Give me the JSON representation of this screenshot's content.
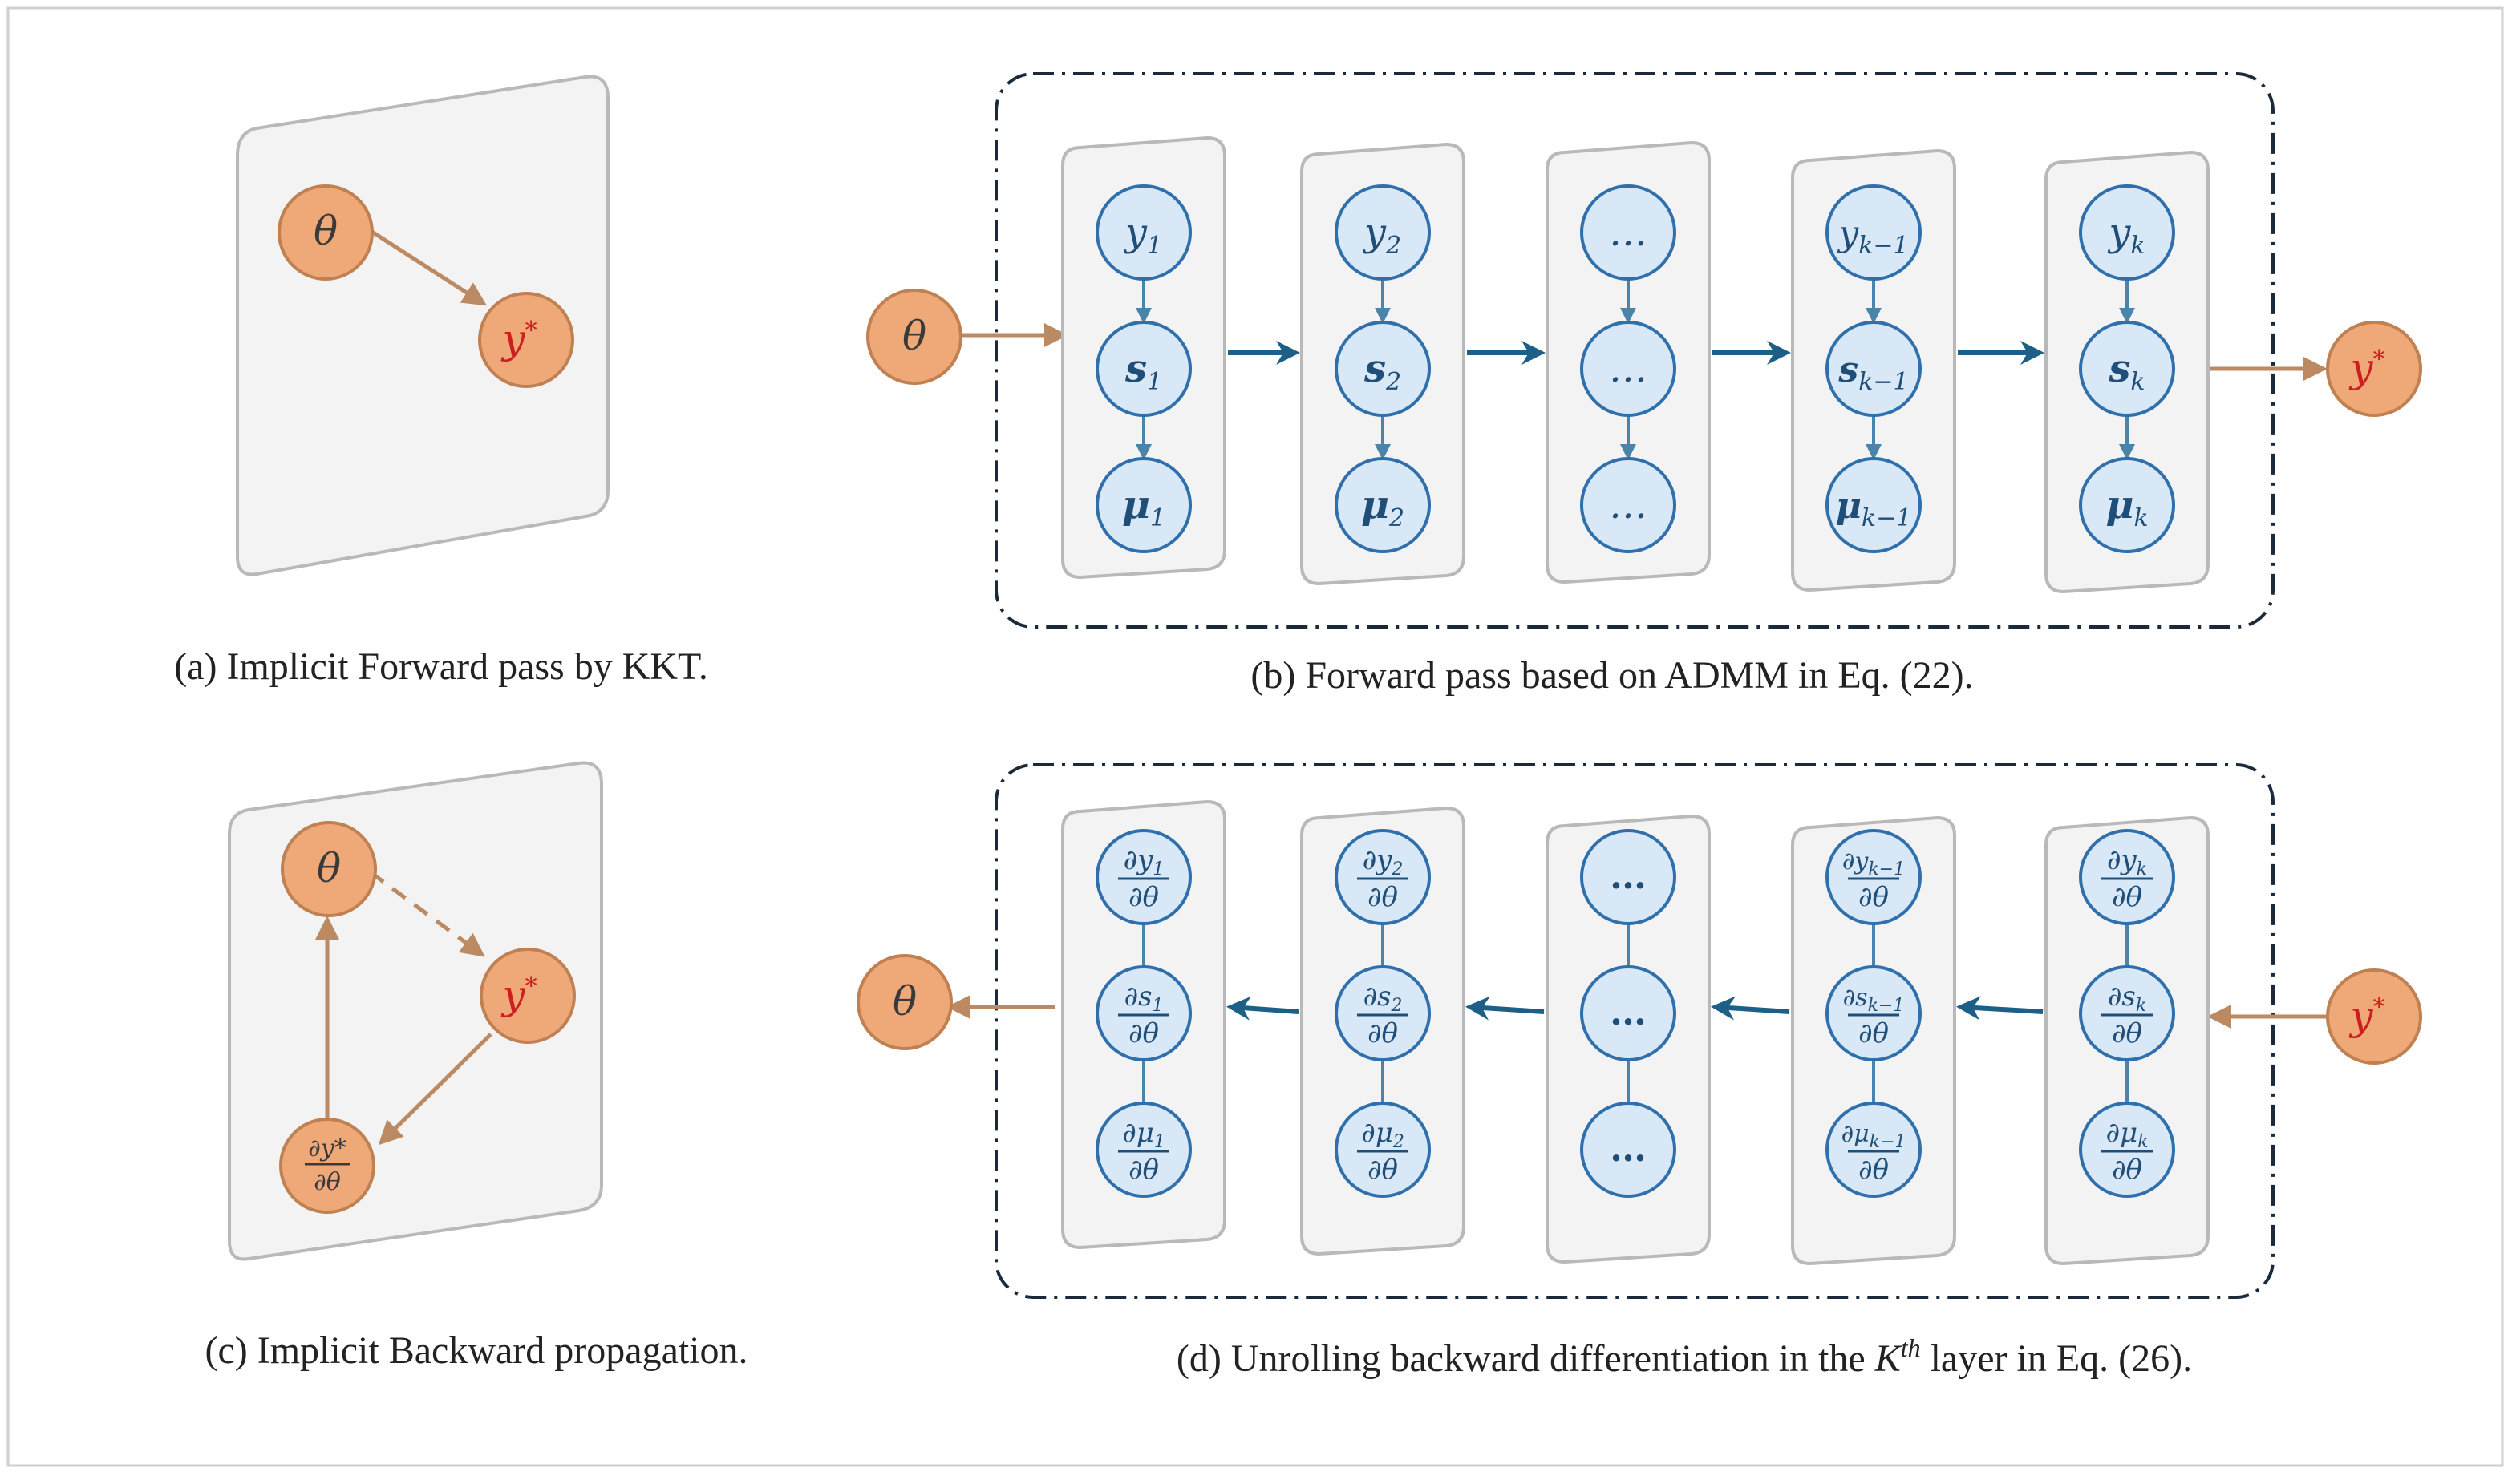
{
  "colors": {
    "orange_fill": "#efa877",
    "orange_stroke": "#bf8052",
    "orange_arrow": "#bb8a62",
    "blue_fill": "#d9e8f6",
    "blue_stroke": "#2f6fab",
    "blue_text": "#1f4f78",
    "blue_arrow": "#1d5f86",
    "blue_small_arrow": "#4a84a8",
    "panel_fill": "#f3f3f3",
    "panel_stroke": "#b9b9b9",
    "dash_border": "#1b2a3a",
    "red_text": "#cc1f1f",
    "node_text": "#3a3a3a"
  },
  "captions": {
    "a": "(a) Implicit Forward pass by KKT.",
    "b": "(b) Forward pass based on ADMM in Eq. (22).",
    "c": "(c) Implicit Backward propagation.",
    "d_pre": "(d) Unrolling backward differentiation in the ",
    "d_k": "K",
    "d_th": "th",
    "d_post": " layer in Eq. (26)."
  },
  "panel_a": {
    "theta": "θ",
    "y": "y",
    "star": "*"
  },
  "panel_c": {
    "theta": "θ",
    "y": "y",
    "star": "*",
    "grad_num": "∂y*",
    "grad_den": "∂θ"
  },
  "forward": {
    "input": "θ",
    "output_y": "y",
    "output_star": "*",
    "columns": [
      {
        "top": [
          "y",
          "1"
        ],
        "mid": [
          "s",
          "1"
        ],
        "bot": [
          "μ",
          "1"
        ]
      },
      {
        "top": [
          "y",
          "2"
        ],
        "mid": [
          "s",
          "2"
        ],
        "bot": [
          "μ",
          "2"
        ]
      },
      {
        "top": [
          "…",
          ""
        ],
        "mid": [
          "…",
          ""
        ],
        "bot": [
          "…",
          ""
        ]
      },
      {
        "top": [
          "y",
          "k−1"
        ],
        "mid": [
          "s",
          "k−1"
        ],
        "bot": [
          "μ",
          "k−1"
        ]
      },
      {
        "top": [
          "y",
          "k"
        ],
        "mid": [
          "s",
          "k"
        ],
        "bot": [
          "μ",
          "k"
        ]
      }
    ]
  },
  "backward": {
    "output": "θ",
    "input_y": "y",
    "input_star": "*",
    "columns": [
      {
        "top": [
          "∂y",
          "1",
          "∂θ"
        ],
        "mid": [
          "∂s",
          "1",
          "∂θ"
        ],
        "bot": [
          "∂μ",
          "1",
          "∂θ"
        ]
      },
      {
        "top": [
          "∂y",
          "2",
          "∂θ"
        ],
        "mid": [
          "∂s",
          "2",
          "∂θ"
        ],
        "bot": [
          "∂μ",
          "2",
          "∂θ"
        ]
      },
      {
        "top": [
          "…",
          "",
          ""
        ],
        "mid": [
          "…",
          "",
          ""
        ],
        "bot": [
          "…",
          "",
          ""
        ]
      },
      {
        "top": [
          "∂y",
          "k−1",
          "∂θ"
        ],
        "mid": [
          "∂s",
          "k−1",
          "∂θ"
        ],
        "bot": [
          "∂μ",
          "k−1",
          "∂θ"
        ]
      },
      {
        "top": [
          "∂y",
          "k",
          "∂θ"
        ],
        "mid": [
          "∂s",
          "k",
          "∂θ"
        ],
        "bot": [
          "∂μ",
          "k",
          "∂θ"
        ]
      }
    ]
  }
}
